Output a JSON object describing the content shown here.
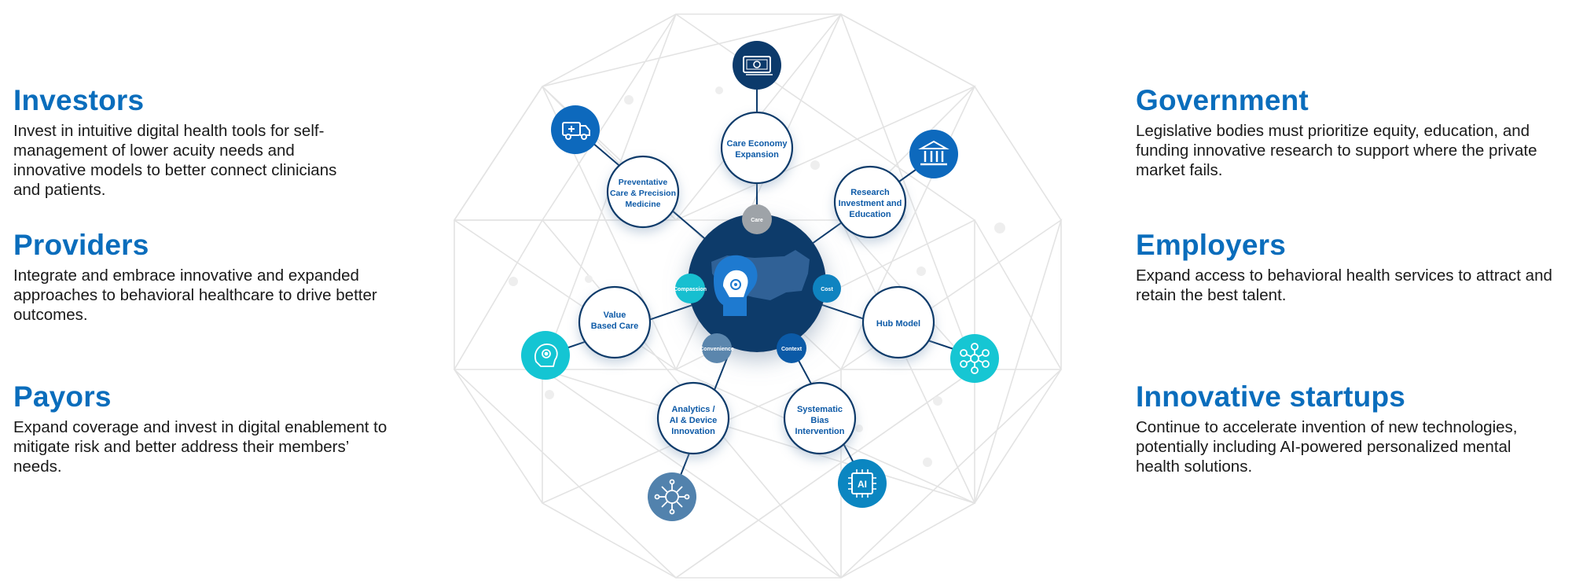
{
  "left": [
    {
      "title": "Investors",
      "text": "Invest in intuitive digital health tools for self-management of lower acuity needs and innovative models to better connect clinicians and patients."
    },
    {
      "title": "Providers",
      "text": "Integrate and embrace innovative and expanded approaches to behavioral healthcare  to drive better outcomes."
    },
    {
      "title": "Payors",
      "text": "Expand coverage and invest in digital enablement to mitigate risk and better address their members’ needs."
    }
  ],
  "right": [
    {
      "title": "Government",
      "text": "Legislative bodies must prioritize equity, education, and funding innovative research to support where the private market fails."
    },
    {
      "title": "Employers",
      "text": "Expand access to behavioral health services to attract and retain the best talent."
    },
    {
      "title": "Innovative startups",
      "text": "Continue to accelerate invention of new technologies, potentially including AI-powered personalized mental health solutions."
    }
  ],
  "diagram": {
    "hub_icon": "us-map-head-icon",
    "nodes": [
      {
        "id": "care-economy",
        "lines": [
          "Care Economy",
          "Expansion"
        ]
      },
      {
        "id": "research",
        "lines": [
          "Research",
          "Investment and",
          "Education"
        ]
      },
      {
        "id": "hub-model",
        "lines": [
          "Hub Model"
        ]
      },
      {
        "id": "systematic-bias",
        "lines": [
          "Systematic",
          "Bias",
          "Intervention"
        ]
      },
      {
        "id": "analytics",
        "lines": [
          "Analytics /",
          "AI & Device",
          "Innovation"
        ]
      },
      {
        "id": "value-based",
        "lines": [
          "Value",
          "Based Care"
        ]
      },
      {
        "id": "preventative",
        "lines": [
          "Preventative",
          "Care & Precision",
          "Medicine"
        ]
      }
    ],
    "connectors": [
      {
        "id": "conn-top",
        "label": "Care",
        "color": "#9ea3a8"
      },
      {
        "id": "conn-cost",
        "label": "Cost",
        "color": "#0f83c0"
      },
      {
        "id": "conn-context",
        "label": "Context",
        "color": "#0b5aa7"
      },
      {
        "id": "conn-convenience",
        "label": "Convenience",
        "color": "#5b86ad"
      },
      {
        "id": "conn-compassion",
        "label": "Compassion",
        "color": "#17bfd0"
      }
    ],
    "icons": [
      {
        "id": "money-icon",
        "color": "#0c3a6b"
      },
      {
        "id": "government-building-icon",
        "color": "#0d69bd"
      },
      {
        "id": "network-nodes-icon",
        "color": "#16c6d3"
      },
      {
        "id": "ai-chip-icon",
        "color": "#0b86c1"
      },
      {
        "id": "circuit-brain-icon",
        "color": "#5282ad"
      },
      {
        "id": "brain-gear-icon",
        "color": "#14c5d3"
      },
      {
        "id": "ambulance-icon",
        "color": "#0d69bd"
      }
    ],
    "colors": {
      "hub": "#0c3a6b",
      "node_border": "#0c3a6b",
      "node_text": "#0d5aa7",
      "mesh": "#e3e3e3"
    }
  }
}
